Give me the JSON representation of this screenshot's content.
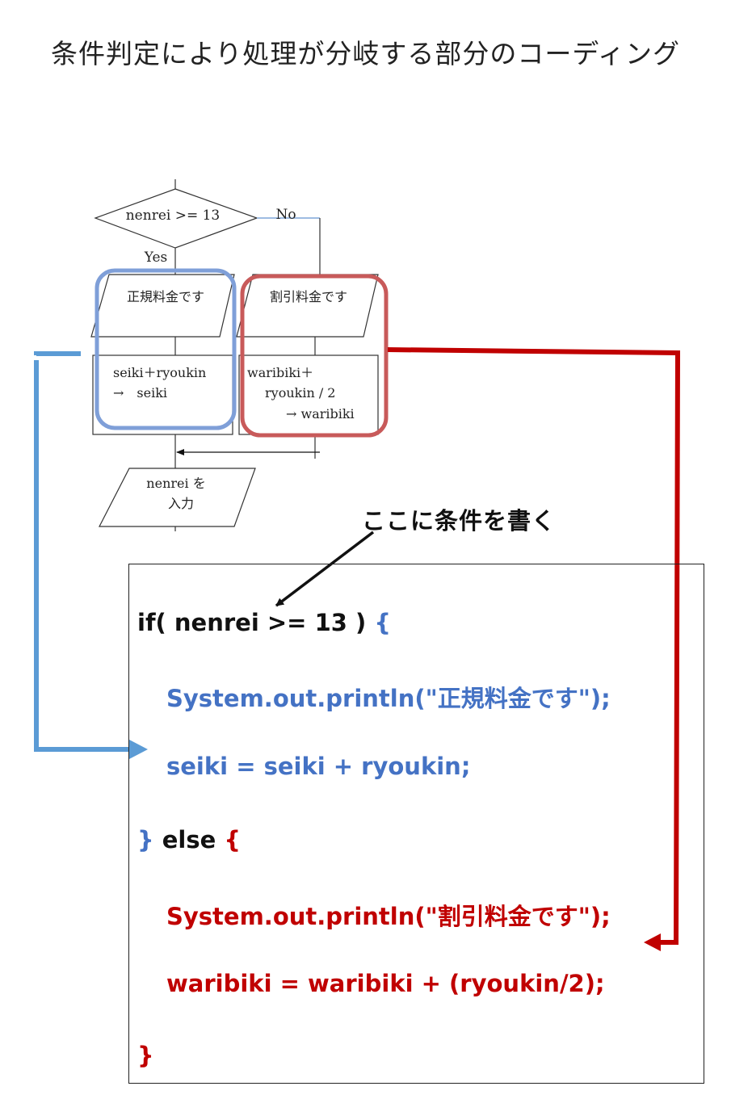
{
  "title": "条件判定により処理が分岐する部分のコーディング",
  "flowchart": {
    "decision": "nenrei >= 13",
    "no_label": "No",
    "yes_label": "Yes",
    "output_regular": "正規料金です",
    "output_discount": "割引料金です",
    "process_regular": [
      "seiki＋ryoukin",
      "→　seiki"
    ],
    "process_discount": [
      "waribiki＋",
      "ryoukin / 2",
      "→ waribiki"
    ],
    "input": [
      "nenrei を",
      "入力"
    ]
  },
  "note": "ここに条件を書く",
  "code": {
    "if_keyword": "if( nenrei >= 13 )",
    "open_brace": " {",
    "blue_line1": "System.out.println(\"正規料金です\");",
    "blue_line2": "seiki = seiki + ryoukin;",
    "close_brace_blue": "}",
    "else_keyword": " else ",
    "open_brace_red": "{",
    "red_line1": "System.out.println(\"割引料金です\");",
    "red_line2": "waribiki = waribiki + (ryoukin/2);",
    "close_brace_red": "}"
  },
  "colors": {
    "blue": "#4472c4",
    "red": "#c00000",
    "blue_highlight": "#7f9fd8",
    "red_highlight": "#c85a5a",
    "arrow_blue": "#5b9bd5"
  }
}
